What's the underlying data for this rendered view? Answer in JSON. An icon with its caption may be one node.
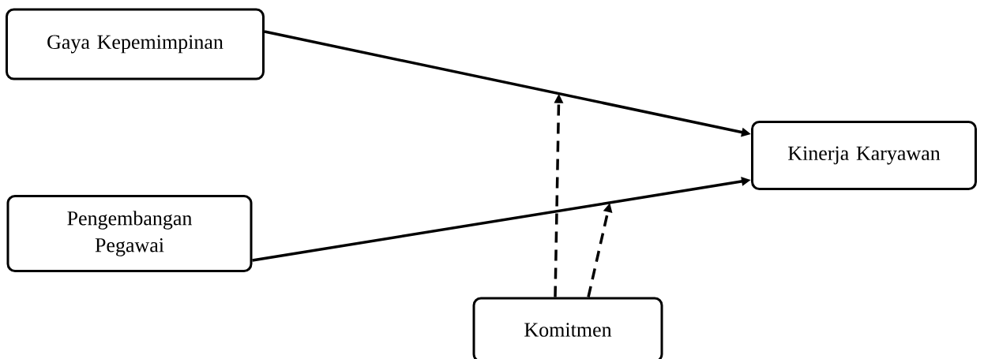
{
  "diagram": {
    "nodes": [
      {
        "text": [
          "Gaya Kepemimpinan"
        ]
      },
      {
        "text": [
          "Pengembangan Pegawai"
        ]
      },
      {
        "text": [
          "Kinerja Karyawan"
        ]
      },
      {
        "text": [
          "Komitmen"
        ]
      }
    ],
    "edges": [
      {
        "from": 0,
        "to": 2,
        "arrow": "to"
      },
      {
        "from": 1,
        "to": 2,
        "arrow": "to"
      },
      {
        "from": 3,
        "to": null,
        "arrow": "to",
        "style": "dashed"
      },
      {
        "from": 3,
        "to": null,
        "arrow": "to",
        "style": "dashed"
      }
    ]
  }
}
